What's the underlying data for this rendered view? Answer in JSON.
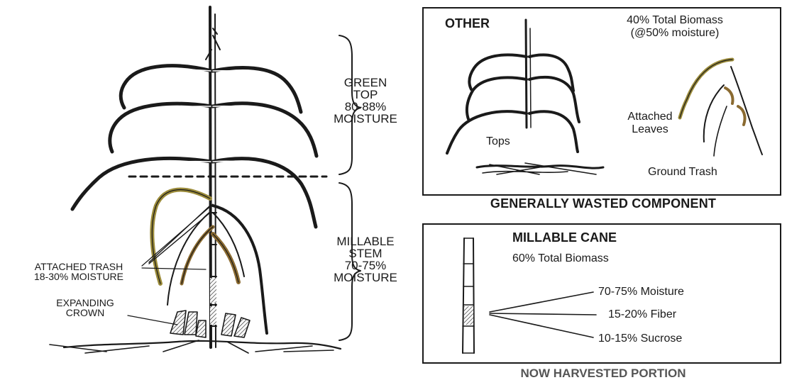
{
  "plant_labels": {
    "green_top": [
      "GREEN",
      "TOP",
      "80-88%",
      "MOISTURE"
    ],
    "millable_stem": [
      "MILLABLE",
      "STEM",
      "70-75%",
      "MOISTURE"
    ],
    "attached_trash": [
      "ATTACHED TRASH",
      "18-30% MOISTURE"
    ],
    "expanding_crown": [
      "EXPANDING",
      "CROWN"
    ]
  },
  "other_box": {
    "title": "OTHER",
    "biomass": [
      "40% Total Biomass",
      "(@50% moisture)"
    ],
    "tops_label": "Tops",
    "leaves_label": [
      "Attached",
      "Leaves"
    ],
    "ground_trash_label": "Ground Trash",
    "caption": "GENERALLY WASTED COMPONENT"
  },
  "millable_box": {
    "title": "MILLABLE CANE",
    "biomass": "60% Total Biomass",
    "components": [
      "70-75% Moisture",
      "15-20% Fiber",
      "10-15% Sucrose"
    ],
    "caption": "NOW HARVESTED PORTION"
  },
  "colors": {
    "ink": "#1a1a1a",
    "dry_leaf": "#9b8b3a",
    "crown_leaf": "#8a6a30"
  }
}
